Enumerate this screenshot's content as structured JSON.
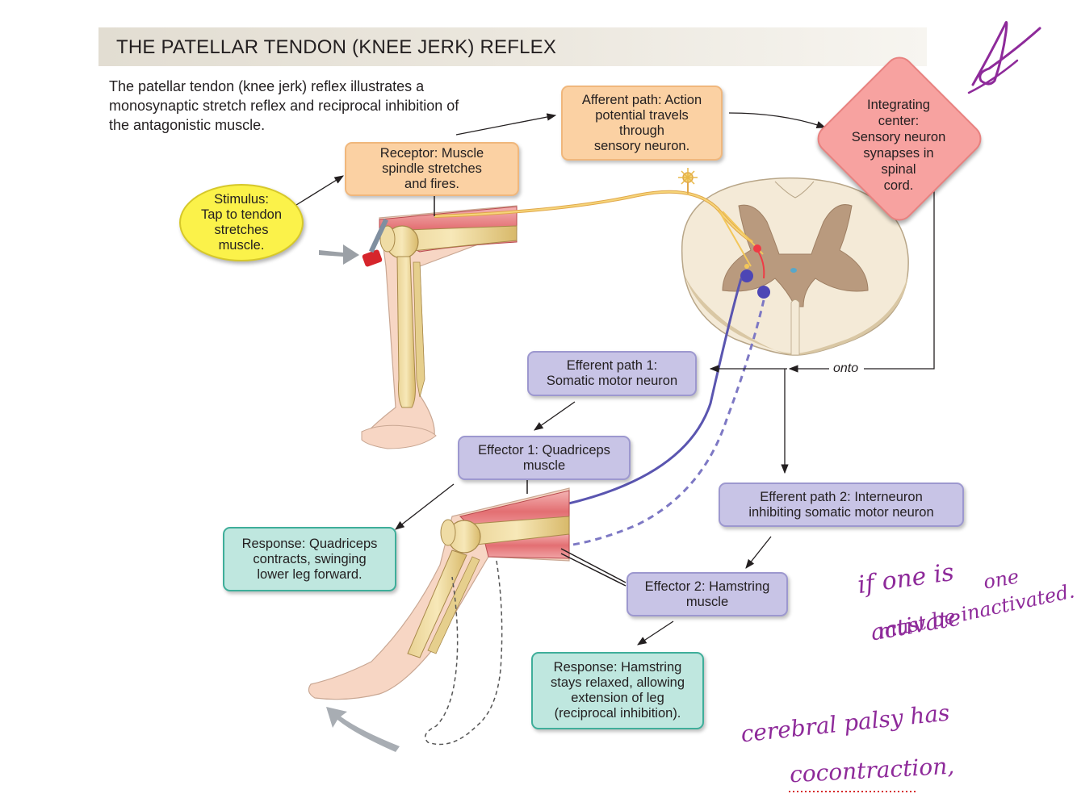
{
  "title": "THE PATELLAR TENDON (KNEE JERK) REFLEX",
  "intro": "The patellar tendon (knee jerk) reflex illustrates a monosynaptic stretch reflex and reciprocal inhibition of the antagonistic muscle.",
  "boxes": {
    "stimulus": "Stimulus:\nTap to tendon\nstretches\nmuscle.",
    "receptor": "Receptor: Muscle\nspindle stretches\nand fires.",
    "afferent": "Afferent path: Action\npotential travels\nthrough\nsensory neuron.",
    "integrating": "Integrating\ncenter:\nSensory neuron\nsynapses in\nspinal\ncord.",
    "efferent1": "Efferent path 1:\nSomatic motor neuron",
    "effector1": "Effector 1: Quadriceps\nmuscle",
    "response1": "Response: Quadriceps\ncontracts, swinging\nlower leg forward.",
    "efferent2": "Efferent path 2: Interneuron\ninhibiting somatic motor neuron",
    "effector2": "Effector 2: Hamstring\nmuscle",
    "response2": "Response: Hamstring\nstays relaxed, allowing\nextension of leg\n(reciprocal inhibition)."
  },
  "onto_label": "onto",
  "handwritten": {
    "line1": "if one is",
    "line1b": "one",
    "line2": "activate",
    "line2b": "must be inactivated.",
    "line3": "cerebral palsy has",
    "line4": "cocontraction,"
  },
  "colors": {
    "receptor_box": "#fbd1a3",
    "motor_box": "#c8c4e6",
    "response_box": "#bfe7df",
    "stimulus": "#fbf24a",
    "integrating": "#f7a2a0",
    "handwriting": "#8e2a9a",
    "sensory_neuron": "#f3c75a",
    "motor_neuron": "#5a55b0"
  }
}
